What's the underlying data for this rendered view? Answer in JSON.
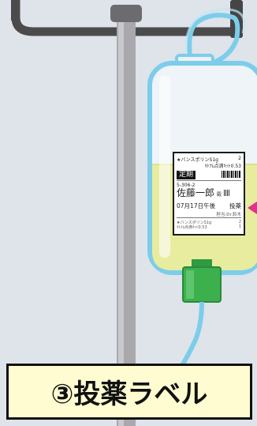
{
  "label": {
    "drug_line1": "★バンスポリンS1g",
    "drug_line1_qty": "2",
    "drug_line2": "ｷﾄﾅﾑ点滴ｷｯﾄ0.53",
    "type_tag": "定期",
    "room": "5-306-2",
    "patient_name": "佐藤一郎",
    "honorific": "殿",
    "datetime": "07月17日午後",
    "action": "投薬",
    "doctor": "担当:Dr.鈴木",
    "foot_drug1": "★バンスポリンS1g",
    "foot_qty1": "2",
    "foot_drug2": "ｷﾄﾅﾑ点滴ｷｯﾄ0.53",
    "foot_qty2": "1"
  },
  "caption": {
    "text": "③投薬ラベル"
  },
  "colors": {
    "background": "#dfe3ea",
    "bag_fluid": "#e8ec9e",
    "tube": "#7ccdea",
    "connector": "#3db04e",
    "pointer": "#e0318d",
    "caption_fill": "#fefcd0"
  }
}
